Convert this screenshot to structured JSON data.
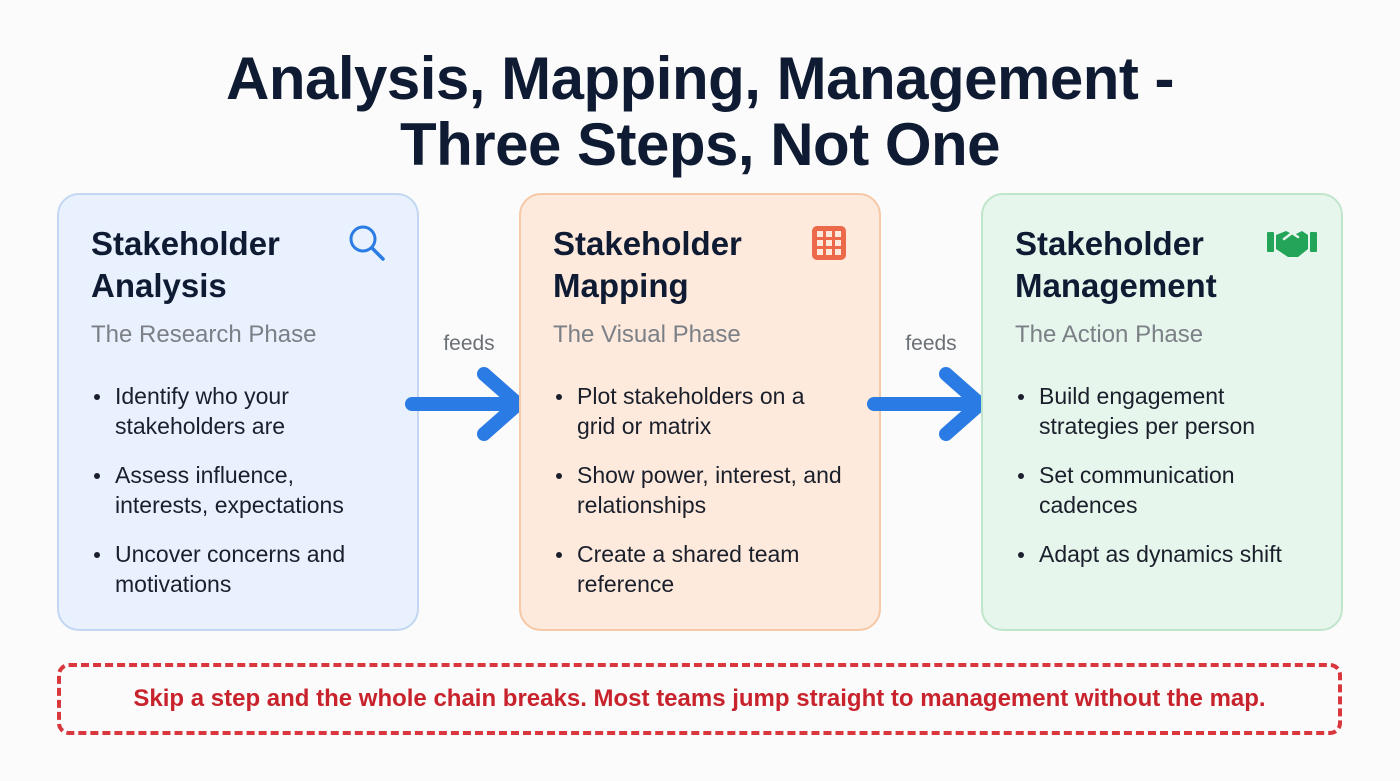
{
  "title": {
    "line1": "Analysis, Mapping, Management -",
    "line2": "Three Steps, Not One"
  },
  "colors": {
    "arrow": "#2b7be4",
    "callout": "#d9363e",
    "analysis_icon": "#2b7be4",
    "mapping_icon": "#ec6a4a",
    "management_icon": "#22a559"
  },
  "cards": [
    {
      "title": "Stakeholder Analysis",
      "subtitle": "The Research Phase",
      "icon": "search-icon",
      "points": [
        "Identify who your stakeholders are",
        "Assess influence, interests, expectations",
        "Uncover concerns and motivations"
      ]
    },
    {
      "title": "Stakeholder Mapping",
      "subtitle": "The Visual Phase",
      "icon": "grid-icon",
      "points": [
        "Plot stakeholders on a grid or matrix",
        "Show power, interest, and relationships",
        "Create a shared team reference"
      ]
    },
    {
      "title": "Stakeholder Management",
      "subtitle": "The Action Phase",
      "icon": "handshake-icon",
      "points": [
        "Build engagement strategies per person",
        "Set communication cadences",
        "Adapt as dynamics shift"
      ]
    }
  ],
  "connectors": [
    {
      "label": "feeds"
    },
    {
      "label": "feeds"
    }
  ],
  "callout": {
    "text": "Skip a step and the whole chain breaks. Most teams jump straight to management without the map."
  }
}
